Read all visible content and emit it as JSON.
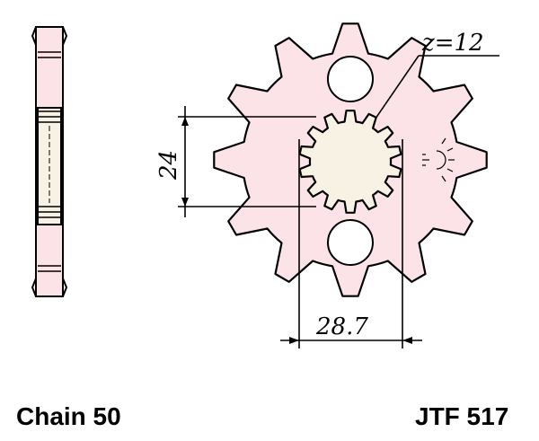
{
  "diagram": {
    "tooth_count_label": "z=12",
    "dim_bore_height": "24",
    "dim_bore_width": "28.7",
    "line_color": "#000000",
    "sprocket_fill": "#fbe3e8",
    "hub_fill": "#f7f2e3",
    "bore_fill": "#ffffff"
  },
  "footer": {
    "chain": "Chain 50",
    "part_number": "JTF 517"
  }
}
